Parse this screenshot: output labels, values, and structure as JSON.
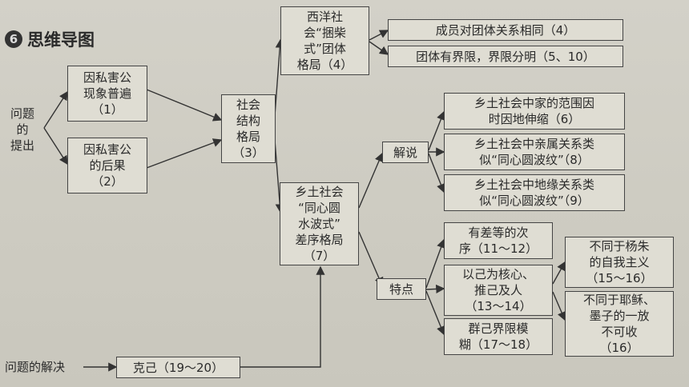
{
  "header": {
    "section_number": "6",
    "title": "思维导图"
  },
  "labels": {
    "question": "问题\n的\n提出",
    "solution": "问题的解决"
  },
  "nodes": {
    "n1": "因私害公\n现象普遍\n（1）",
    "n2": "因私害公\n的后果\n（2）",
    "n3": "社会\n结构\n格局\n（3）",
    "n4": "西洋社\n会“捆柴\n式”团体\n格局（4）",
    "n4a": "成员对团体关系相同（4）",
    "n4b": "团体有界限，界限分明（5、10）",
    "n5": "乡土社会\n“同心圆\n水波式”\n差序格局\n（7）",
    "explain": "解说",
    "e1": "乡土社会中家的范围因\n时因地伸缩（6）",
    "e2": "乡土社会中亲属关系类\n似“同心圆波纹”（8）",
    "e3": "乡土社会中地缘关系类\n似“同心圆波纹”（9）",
    "feature": "特点",
    "f1": "有差等的次\n序（11～12）",
    "f2": "以己为核心、\n推己及人\n（13～14）",
    "f3": "群己界限模\n糊（17～18）",
    "g1": "不同于杨朱\n的自我主义\n（15～16）",
    "g2": "不同于耶稣、\n墨子的一放\n不可收\n（16）",
    "n6": "克己（19～20）"
  }
}
